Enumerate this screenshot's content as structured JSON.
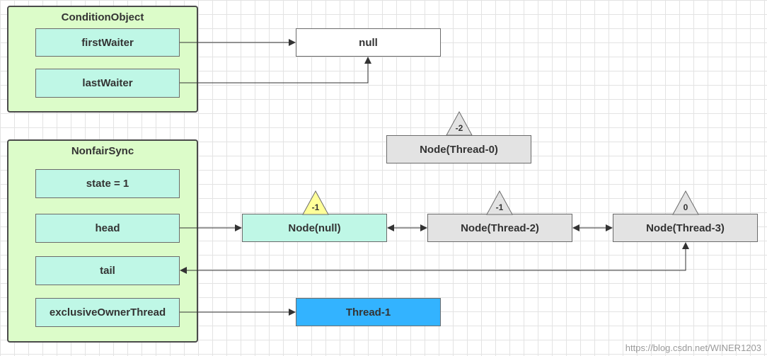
{
  "condition_object": {
    "title": "ConditionObject",
    "first_waiter": "firstWaiter",
    "last_waiter": "lastWaiter"
  },
  "null_box": "null",
  "nonfair_sync": {
    "title": "NonfairSync",
    "state": "state = 1",
    "head": "head",
    "tail": "tail",
    "exclusive_owner_thread": "exclusiveOwnerThread"
  },
  "nodes": {
    "thread0": {
      "label": "Node(Thread-0)",
      "status": "-2"
    },
    "null_node": {
      "label": "Node(null)",
      "status": "-1"
    },
    "thread2": {
      "label": "Node(Thread-2)",
      "status": "-1"
    },
    "thread3": {
      "label": "Node(Thread-3)",
      "status": "0"
    }
  },
  "owner_thread": "Thread-1",
  "watermark": "https://blog.csdn.net/WINER1203",
  "colors": {
    "container_fill": "#dcfcc9",
    "field_fill": "#bff7e6",
    "node_fill": "#e3e3e3",
    "thread_fill": "#33b3ff",
    "highlight_triangle": "#ffff99"
  }
}
